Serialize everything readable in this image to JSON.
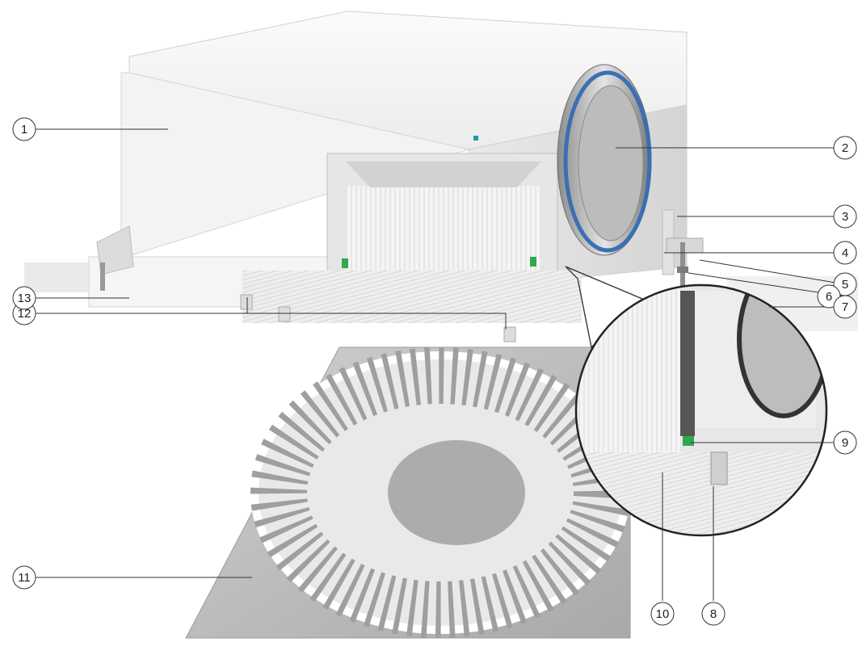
{
  "callouts": [
    {
      "id": "1",
      "label": "1"
    },
    {
      "id": "2",
      "label": "2"
    },
    {
      "id": "3",
      "label": "3"
    },
    {
      "id": "4",
      "label": "4"
    },
    {
      "id": "5",
      "label": "5"
    },
    {
      "id": "6",
      "label": "6"
    },
    {
      "id": "7",
      "label": "7"
    },
    {
      "id": "8",
      "label": "8"
    },
    {
      "id": "9",
      "label": "9"
    },
    {
      "id": "10",
      "label": "10"
    },
    {
      "id": "11",
      "label": "11"
    },
    {
      "id": "12",
      "label": "12"
    },
    {
      "id": "13",
      "label": "13"
    }
  ],
  "colors": {
    "housing": "#f2f2f2",
    "housing_shade": "#dedede",
    "diffuser_plate": "#b8b8b8",
    "spigot_seal": "#3a6fb5",
    "filter_seal": "#2fa84f",
    "ceiling": "#ececec"
  }
}
